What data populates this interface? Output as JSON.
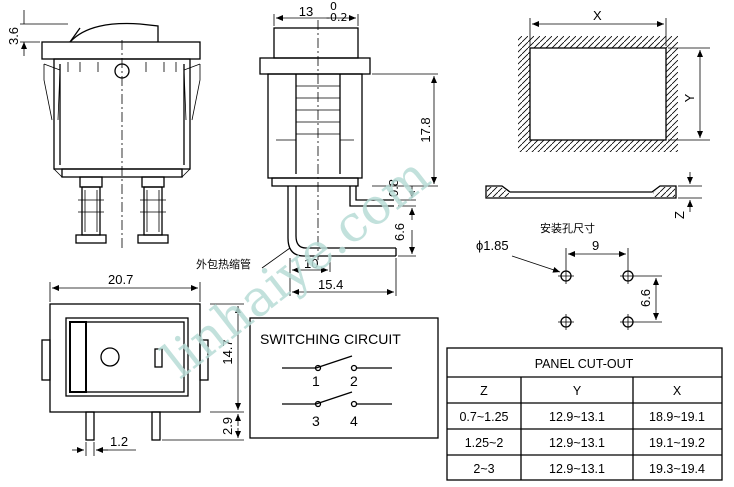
{
  "dimensions": {
    "width_top": "13",
    "tol_upper": "0",
    "tol_lower": "-0.2",
    "rocker_height": "3.6",
    "body_height": "17.8",
    "terminal_thickness": "0.8",
    "terminal_length": "6.6",
    "bend_offset": "10",
    "bend_total": "15.4",
    "base_width": "20.7",
    "base_height": "14.7",
    "pin_length": "2.9",
    "pin_width": "1.2",
    "hole_diameter": "ϕ1.85",
    "hole_spacing_x": "9",
    "hole_spacing_y": "6.6",
    "cut_x": "X",
    "cut_y": "Y",
    "cut_z": "Z"
  },
  "labels": {
    "heat_shrink": "外包热缩管",
    "mount_holes": "安装孔尺寸",
    "switching_circuit": "SWITCHING CIRCUIT",
    "terminal_1": "1",
    "terminal_2": "2",
    "terminal_3": "3",
    "terminal_4": "4",
    "watermark": "linhaiye.com"
  },
  "table": {
    "title": "PANEL CUT-OUT",
    "headers": [
      "Z",
      "Y",
      "X"
    ],
    "rows": [
      [
        "0.7~1.25",
        "12.9~13.1",
        "18.9~19.1"
      ],
      [
        "1.25~2",
        "12.9~13.1",
        "19.1~19.2"
      ],
      [
        "2~3",
        "12.9~13.1",
        "19.3~19.4"
      ]
    ]
  }
}
